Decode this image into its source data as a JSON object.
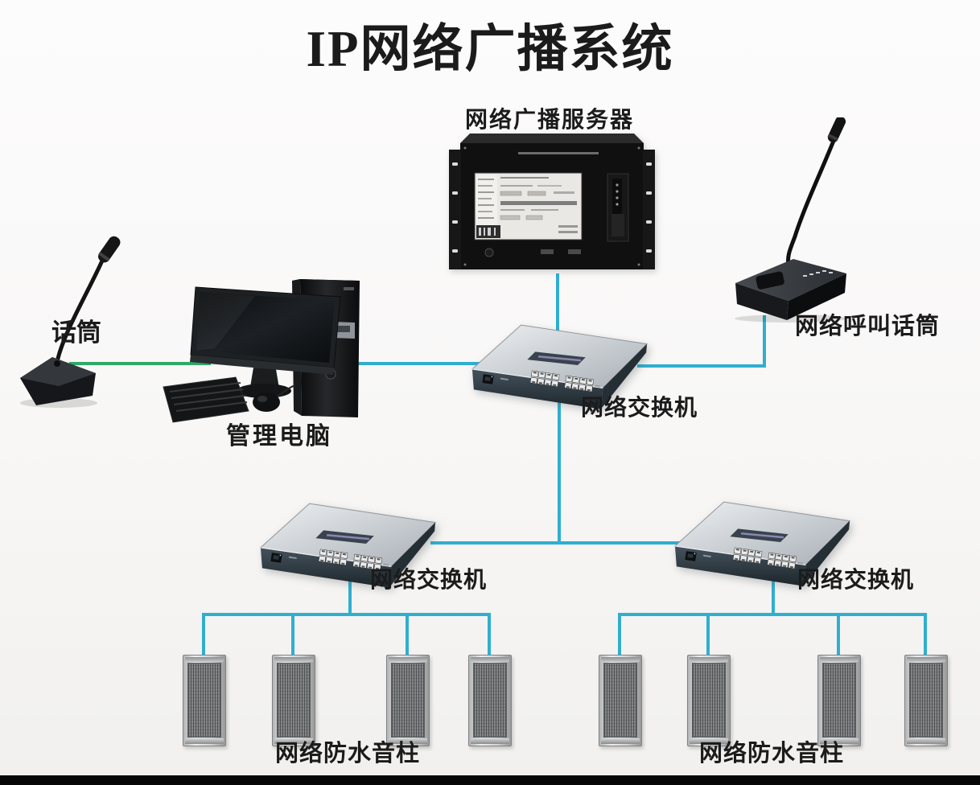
{
  "title": "IP网络广播系统",
  "labels": {
    "server": "网络广播服务器",
    "mic": "话筒",
    "computer": "管理电脑",
    "call_mic": "网络呼叫话筒",
    "switch_center": "网络交换机",
    "switch_left": "网络交换机",
    "switch_right": "网络交换机",
    "speakers_left": "网络防水音柱",
    "speakers_right": "网络防水音柱"
  },
  "colors": {
    "network_link": "#2fafd0",
    "audio_link": "#2fa966",
    "background": "#fbfafb",
    "footer_bar": "#060606"
  },
  "topology": {
    "nodes": [
      {
        "id": "microphone",
        "label": "话筒"
      },
      {
        "id": "management-computer",
        "label": "管理电脑"
      },
      {
        "id": "broadcast-server",
        "label": "网络广播服务器"
      },
      {
        "id": "network-call-microphone",
        "label": "网络呼叫话筒"
      },
      {
        "id": "core-switch",
        "label": "网络交换机"
      },
      {
        "id": "left-switch",
        "label": "网络交换机"
      },
      {
        "id": "right-switch",
        "label": "网络交换机"
      },
      {
        "id": "left-speaker-group",
        "label": "网络防水音柱",
        "count": 4
      },
      {
        "id": "right-speaker-group",
        "label": "网络防水音柱",
        "count": 4
      }
    ],
    "edges": [
      {
        "from": "microphone",
        "to": "management-computer",
        "type": "audio"
      },
      {
        "from": "management-computer",
        "to": "core-switch",
        "type": "network"
      },
      {
        "from": "broadcast-server",
        "to": "core-switch",
        "type": "network"
      },
      {
        "from": "network-call-microphone",
        "to": "core-switch",
        "type": "network"
      },
      {
        "from": "core-switch",
        "to": "left-switch",
        "type": "network"
      },
      {
        "from": "core-switch",
        "to": "right-switch",
        "type": "network"
      },
      {
        "from": "left-switch",
        "to": "left-speaker-group",
        "type": "network"
      },
      {
        "from": "right-switch",
        "to": "right-speaker-group",
        "type": "network"
      }
    ]
  }
}
